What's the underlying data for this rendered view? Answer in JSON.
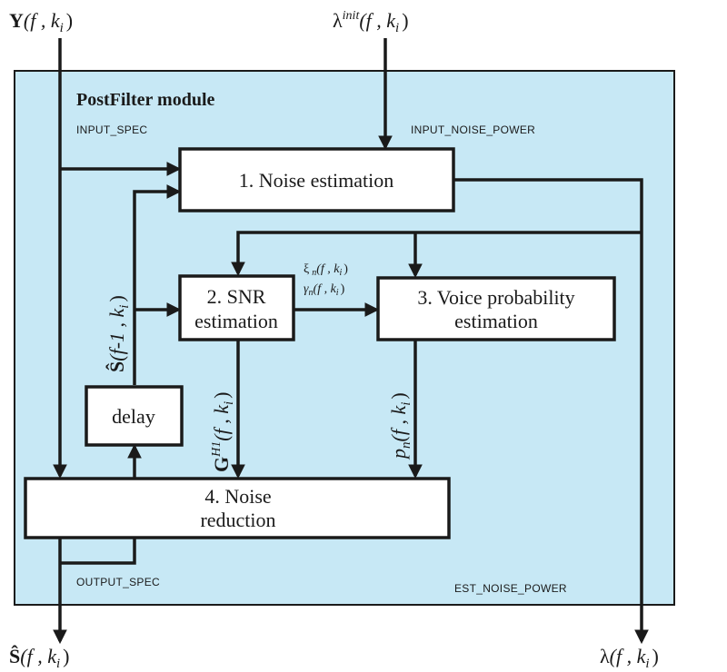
{
  "module": {
    "title": "PostFilter module",
    "background": "#c7e8f5",
    "border": "#1a1a1a"
  },
  "labels": {
    "input_spec": "INPUT_SPEC",
    "input_noise_power": "INPUT_NOISE_POWER",
    "output_spec": "OUTPUT_SPEC",
    "est_noise_power": "EST_NOISE_POWER"
  },
  "blocks": {
    "noise_estimation": "1. Noise estimation",
    "snr_estimation": [
      "2. SNR",
      "estimation"
    ],
    "voice_probability": [
      "3. Voice probability",
      "estimation"
    ],
    "noise_reduction": [
      "4. Noise",
      "reduction"
    ],
    "delay": "delay"
  },
  "signals": {
    "input_y": {
      "base": "Y",
      "args": "(f , k",
      "sub": "i",
      "close": ")"
    },
    "input_lambda": {
      "base": "λ",
      "sup": "init",
      "args": "(f , k",
      "sub": "i",
      "close": ")"
    },
    "output_s": {
      "base": "Ŝ",
      "args": "(f , k",
      "sub": "i",
      "close": ")"
    },
    "output_lambda": {
      "base": "λ",
      "args": "(f , k",
      "sub": "i",
      "close": ")"
    },
    "feedback_s": {
      "base": "Ŝ",
      "args": "(f-1 , k",
      "sub": "i",
      "close": ")"
    },
    "xi": {
      "base": "ξ",
      "sub1": "n",
      "args": "(f , k",
      "sub": "i",
      "close": ")"
    },
    "gamma": {
      "base": "γ",
      "sub1": "n",
      "args": "(f , k",
      "sub": "i",
      "close": ")"
    },
    "gain": {
      "base": "G",
      "sup": "H1",
      "args": "(f , k",
      "sub": "i",
      "close": ")"
    },
    "prob": {
      "base": "p",
      "sub1": "n",
      "args": "(f , k",
      "sub": "i",
      "close": ")"
    }
  }
}
